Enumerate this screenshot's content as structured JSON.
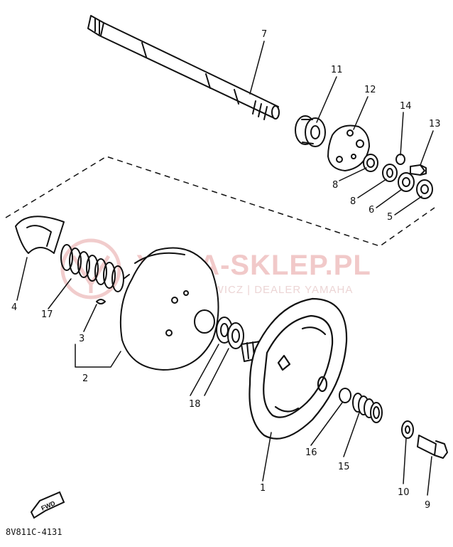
{
  "diagram": {
    "callouts": {
      "c1": "1",
      "c2": "2",
      "c3": "3",
      "c4": "4",
      "c5": "5",
      "c6": "6",
      "c7": "7",
      "c8a": "8",
      "c8b": "8",
      "c9": "9",
      "c10": "10",
      "c11": "11",
      "c12": "12",
      "c13": "13",
      "c14": "14",
      "c15": "15",
      "c16": "16",
      "c17": "17",
      "c18": "18"
    },
    "figure_code": "8V811C-4131",
    "fwd_label": "FWD"
  },
  "watermark": {
    "brand": "YAMA-SKLEP.PL",
    "tagline": "WOJCIECHOWICZ | DEALER YAMAHA",
    "color": "#e8a0a0"
  }
}
